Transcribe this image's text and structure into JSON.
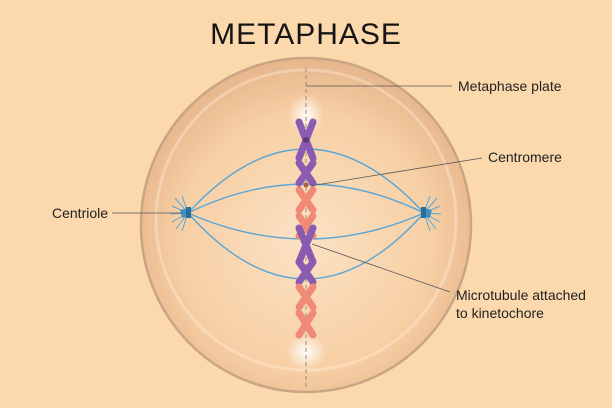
{
  "title": "METAPHASE",
  "labels": {
    "metaphase_plate": "Metaphase plate",
    "centromere": "Centromere",
    "centriole": "Centriole",
    "microtubule_line1": "Microtubule attached",
    "microtubule_line2": "to kinetochore"
  },
  "colors": {
    "background": "#fbd9ad",
    "cell_fill": "#f7caa0",
    "spindle": "#5aa6d6",
    "chromosome_purple": "#8a5bb0",
    "chromosome_salmon": "#f08a76",
    "centriole": "#3b8fc2"
  }
}
